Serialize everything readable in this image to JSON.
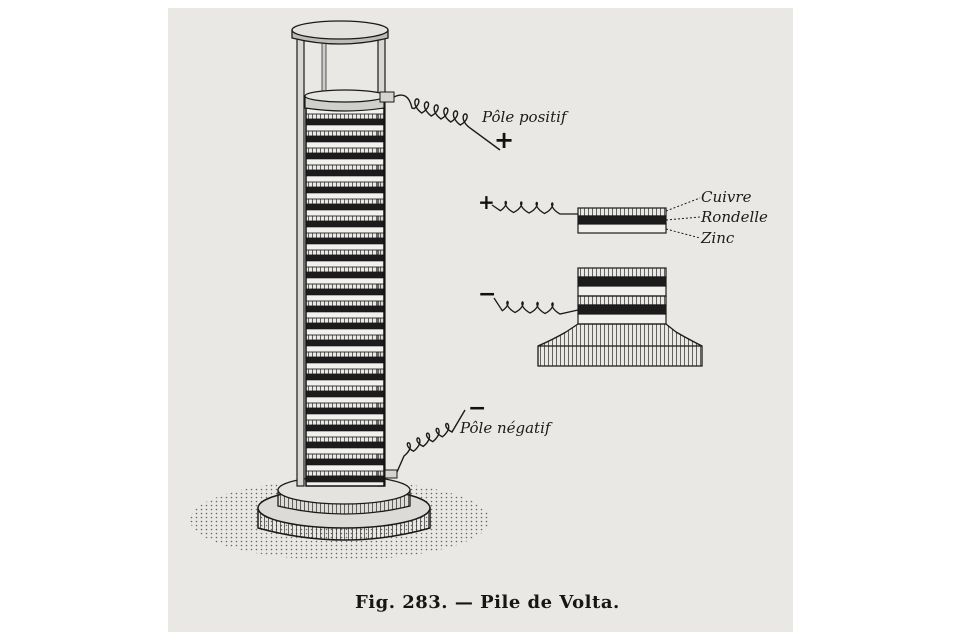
{
  "figure": {
    "caption": "Fig. 283. — Pile de Volta.",
    "labels": {
      "pole_positif": "Pôle positif",
      "pole_negatif": "Pôle négatif",
      "cuivre": "Cuivre",
      "rondelle": "Rondelle",
      "zinc": "Zinc"
    },
    "signs": {
      "plus": "+",
      "minus": "−",
      "plus_small": "+",
      "minus_small": "−"
    }
  },
  "colors": {
    "ink": "#1a1a1a",
    "paper": "#e9e8e5",
    "background": "#ffffff"
  }
}
